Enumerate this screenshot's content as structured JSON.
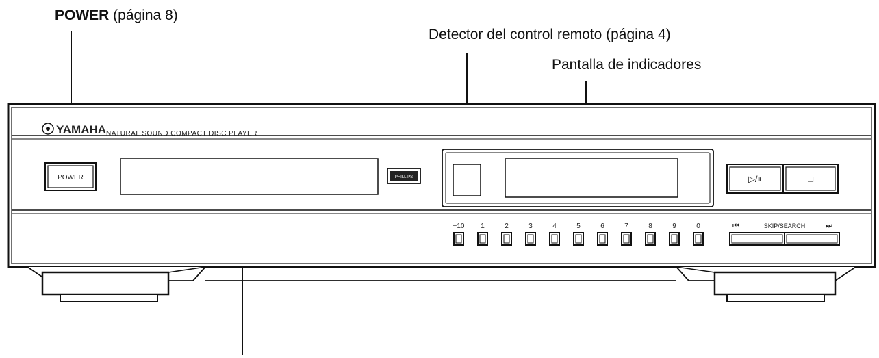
{
  "callouts": {
    "power": {
      "bold": "POWER",
      "rest": " (página 8)"
    },
    "remote_detector": "Detector del control remoto (página 4)",
    "indicator_display": "Pantalla de indicadores"
  },
  "panel": {
    "brand": "YAMAHA",
    "model_text": "NATURAL SOUND  COMPACT DISC PLAYER",
    "power_button": "POWER",
    "small_badge": "PHILLIPS",
    "play_pause_button": "▷/⏸",
    "stop_button": "□",
    "skip_search_label": "SKIP/SEARCH",
    "skip_back_icon": "⏮",
    "skip_fwd_icon": "⏭"
  },
  "numeric_keys": [
    "+10",
    "1",
    "2",
    "3",
    "4",
    "5",
    "6",
    "7",
    "8",
    "9",
    "0"
  ]
}
